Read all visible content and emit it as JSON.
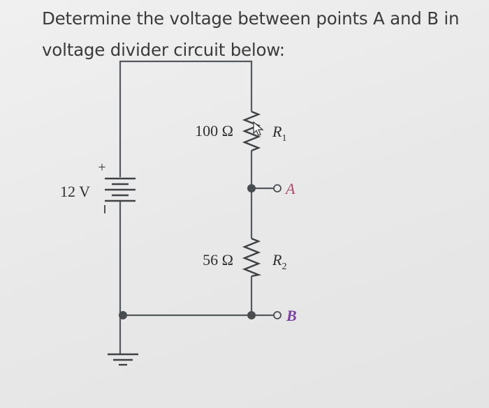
{
  "question": {
    "line1": "Determine the voltage between points A and B in",
    "line2": "voltage divider circuit below:"
  },
  "circuit": {
    "source": {
      "voltage": "12 V",
      "plus": "+"
    },
    "r1": {
      "value": "100 Ω",
      "name": "R",
      "sub": "1"
    },
    "r2": {
      "value": "56 Ω",
      "name": "R",
      "sub": "2"
    },
    "points": {
      "a": "A",
      "b": "B"
    }
  }
}
